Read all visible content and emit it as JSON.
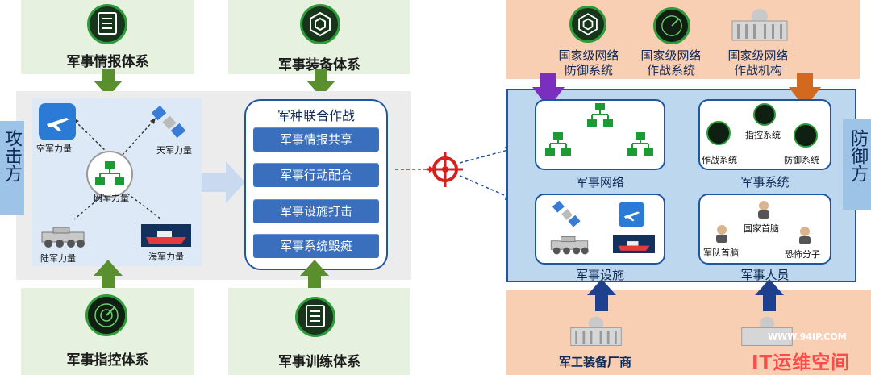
{
  "attack": {
    "side_label": "攻击方",
    "systems": {
      "intel": "军事情报体系",
      "equipment": "军事装备体系",
      "command": "军事指控体系",
      "training": "军事训练体系"
    },
    "forces": {
      "air": "空军力量",
      "space": "天军力量",
      "cyber": "网军力量",
      "army": "陆军力量",
      "navy": "海军力量"
    },
    "joint_ops": {
      "title": "军种联合作战",
      "items": [
        "军事情报共享",
        "军事行动配合",
        "军事设施打击",
        "军事系统毁瘫"
      ]
    }
  },
  "defense": {
    "side_label": "防御方",
    "top_systems": [
      "国家级网络防御系统",
      "国家级网络作战系统",
      "国家级网络作战机构"
    ],
    "top_systems_lines": [
      [
        "国家级网络",
        "防御系统"
      ],
      [
        "国家级网络",
        "作战系统"
      ],
      [
        "国家级网络",
        "作战机构"
      ]
    ],
    "targets": {
      "network": "军事网络",
      "system": {
        "title": "军事系统",
        "nodes": {
          "command": "指控系统",
          "combat": "作战系统",
          "defense": "防御系统"
        }
      },
      "facility": "军事设施",
      "personnel": {
        "title": "军事人员",
        "nodes": {
          "leader": "国家首脑",
          "military": "军队首脑",
          "terrorist": "恐怖分子"
        }
      }
    },
    "bottom": "军工装备厂商"
  },
  "watermark": {
    "url": "WWW.94IP.COM",
    "brand": "IT运维空间"
  },
  "colors": {
    "green_arrow": "#5a8f2e",
    "purple_arrow": "#7b2fbf",
    "orange_arrow": "#d2691e",
    "navy_arrow": "#1f3f8f",
    "target_red": "#d62020"
  }
}
